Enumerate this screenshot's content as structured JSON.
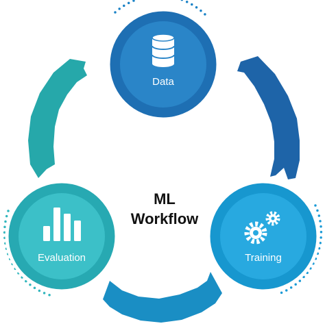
{
  "diagram": {
    "title_line1": "ML",
    "title_line2": "Workflow",
    "nodes": {
      "data": {
        "label": "Data",
        "icon": "database-icon",
        "color": "#1e6fb3"
      },
      "training": {
        "label": "Training",
        "icon": "gears-icon",
        "color": "#1797cf"
      },
      "evaluation": {
        "label": "Evaluation",
        "icon": "bar-chart-icon",
        "color": "#27a9b2"
      }
    },
    "colors": {
      "arrow_data_to_training": "#1e64a8",
      "arrow_training_to_evaluation": "#1a8ec4",
      "arrow_evaluation_to_data": "#26a8aa",
      "dots_data": "#1a82c6",
      "dots_training": "#1a9ad6",
      "dots_evaluation": "#32b6bd"
    }
  }
}
